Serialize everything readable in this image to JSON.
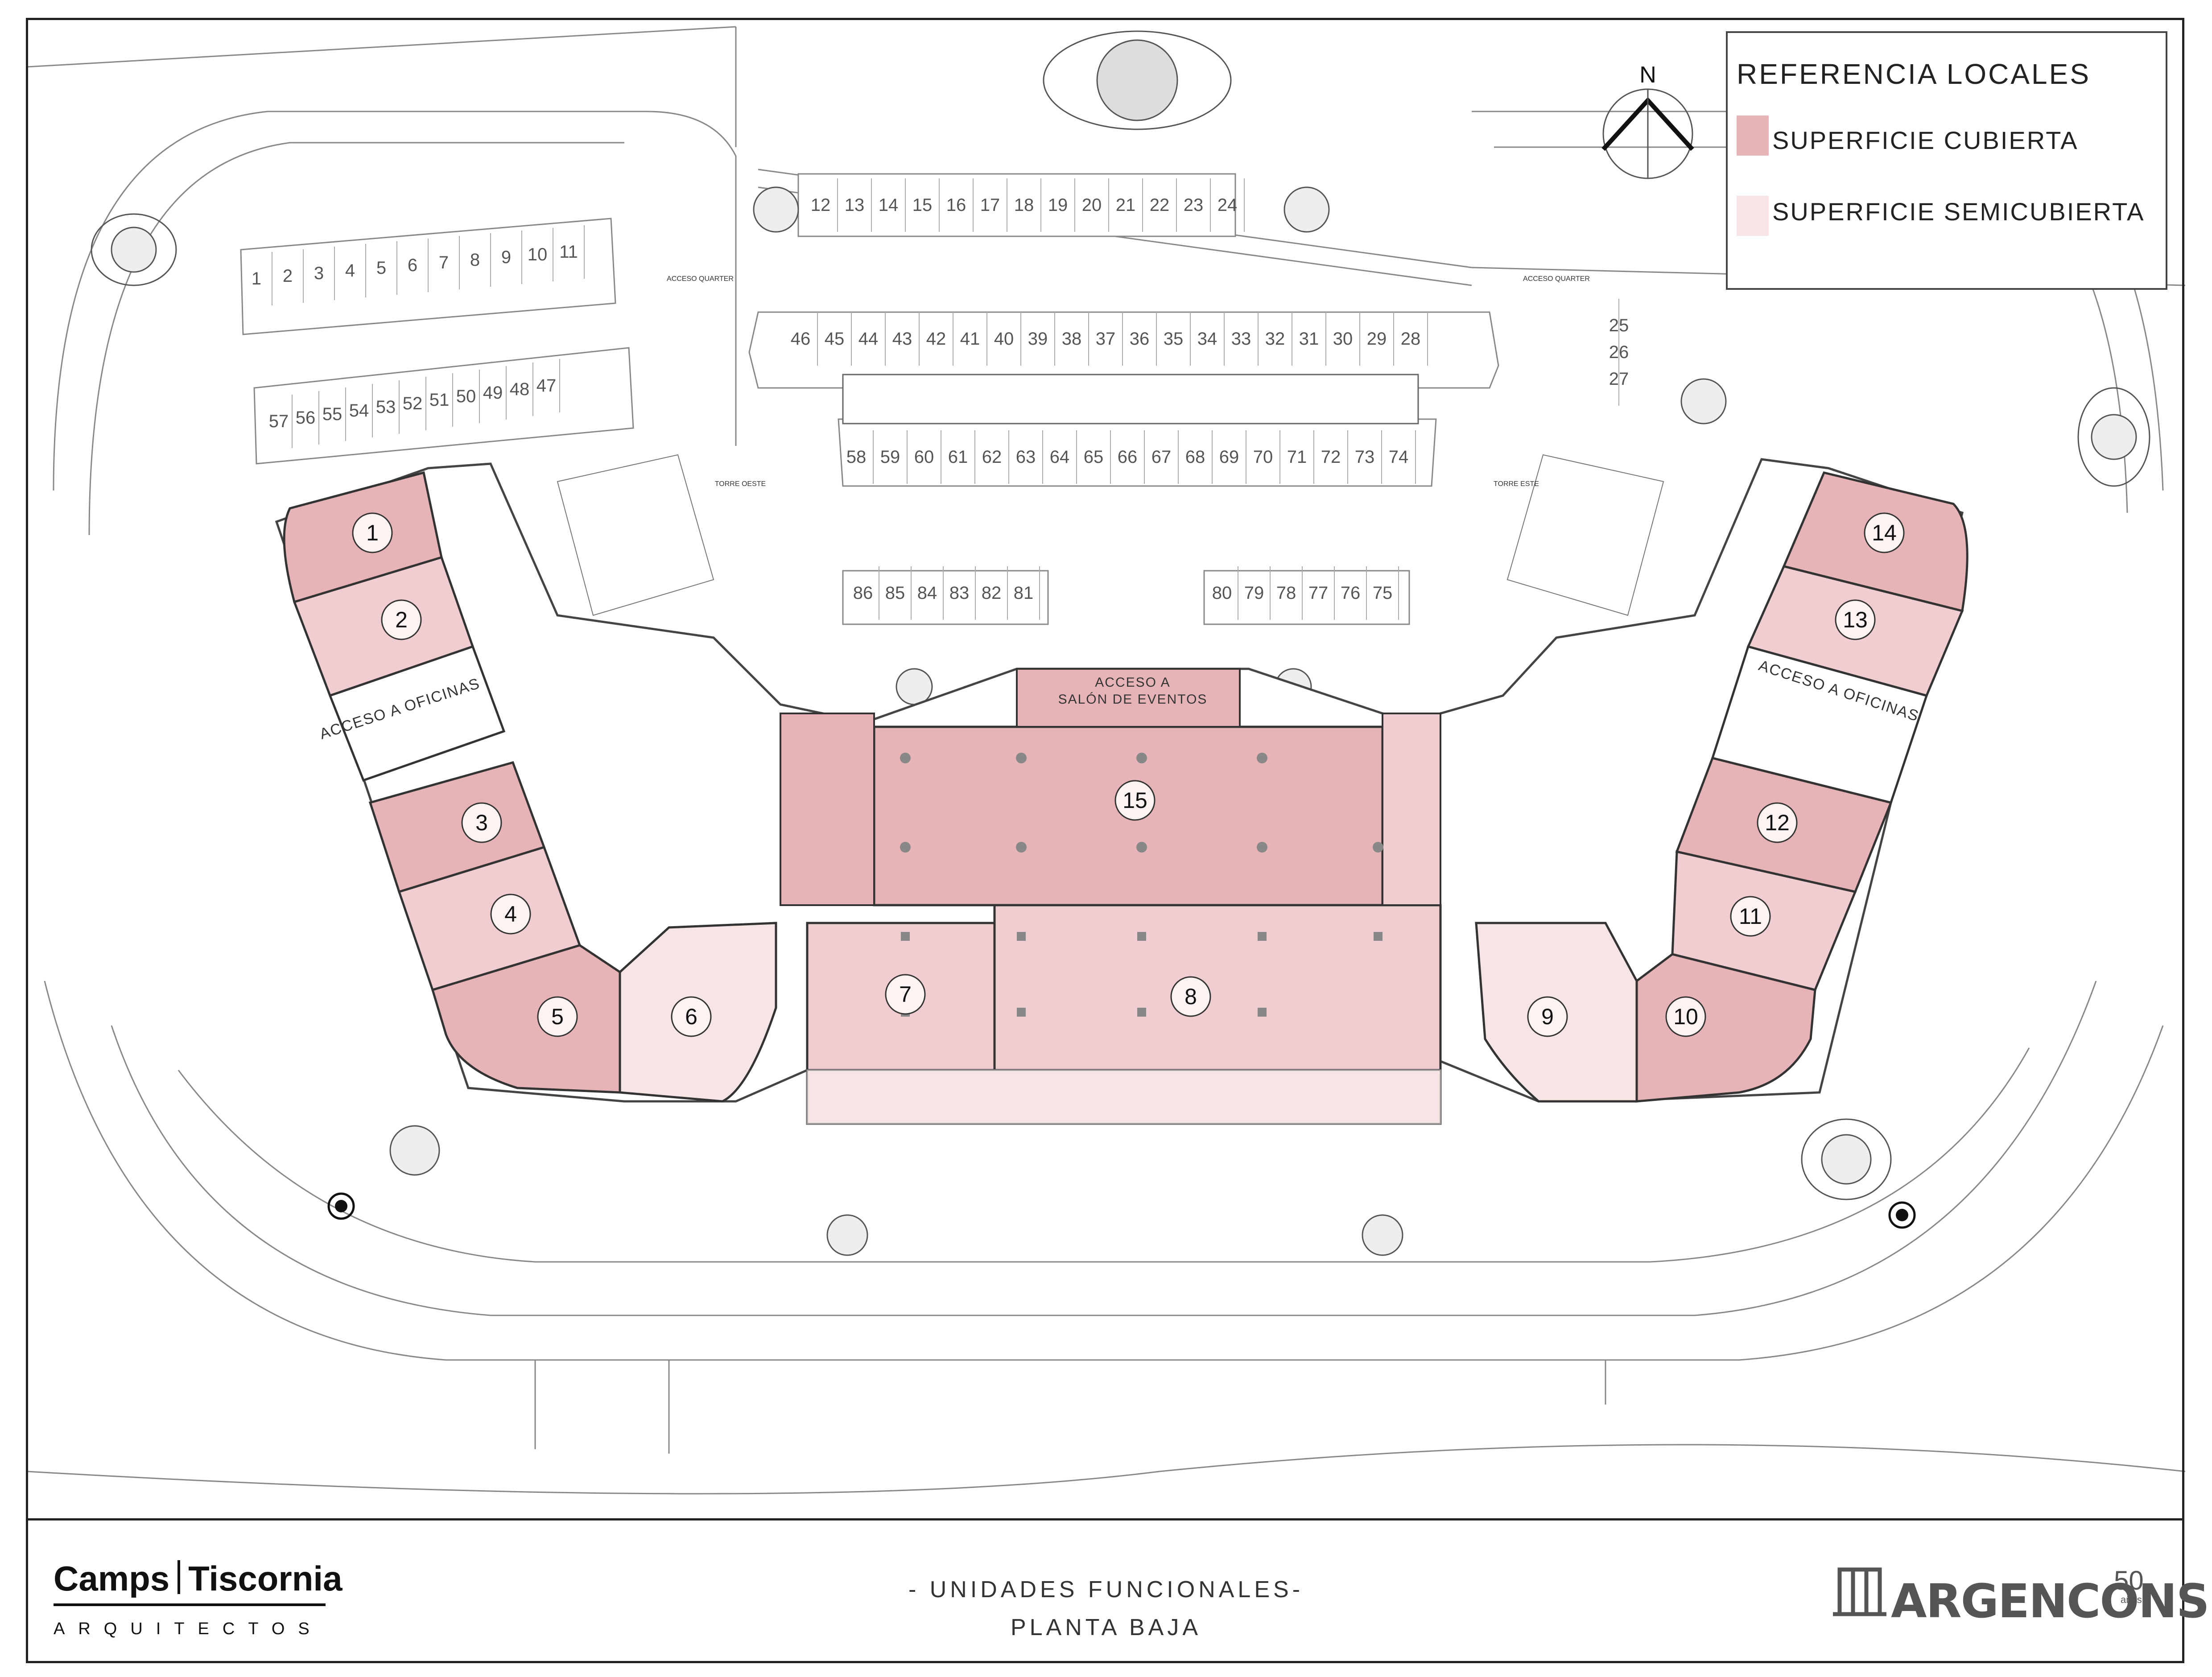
{
  "legend": {
    "title": "REFERENCIA LOCALES",
    "items": [
      {
        "label": "SUPERFICIE CUBIERTA",
        "color": "#e6b3b6"
      },
      {
        "label": "SUPERFICIE SEMICUBIERTA",
        "color": "#f7e4e5"
      }
    ]
  },
  "compass": {
    "label": "N"
  },
  "colors": {
    "cubierta": "#e6b3b6",
    "cubierta_light": "#f0cdd0",
    "semicubierta": "#f7e4e5",
    "line": "#333333"
  },
  "labels": {
    "acceso_oficinas_left": "ACCESO A OFICINAS",
    "acceso_oficinas_right": "ACCESO A OFICINAS",
    "salon_line1": "ACCESO A",
    "salon_line2": "SALÓN DE EVENTOS",
    "torre_oeste": "TORRE OESTE",
    "torre_este": "TORRE ESTE",
    "acceso_quarter_left": "ACCESO QUARTER",
    "acceso_quarter_right": "ACCESO QUARTER"
  },
  "units": [
    "1",
    "2",
    "3",
    "4",
    "5",
    "6",
    "7",
    "8",
    "9",
    "10",
    "11",
    "12",
    "13",
    "14",
    "15"
  ],
  "parking": {
    "row_top": [
      "12",
      "13",
      "14",
      "15",
      "16",
      "17",
      "18",
      "19",
      "20",
      "21",
      "22",
      "23",
      "24"
    ],
    "row_left1": [
      "1",
      "2",
      "3",
      "4",
      "5",
      "6",
      "7",
      "8",
      "9",
      "10",
      "11"
    ],
    "row_left2": [
      "57",
      "56",
      "55",
      "54",
      "53",
      "52",
      "51",
      "50",
      "49",
      "48",
      "47"
    ],
    "row_mid_top": [
      "46",
      "45",
      "44",
      "43",
      "42",
      "41",
      "40",
      "39",
      "38",
      "37",
      "36",
      "35",
      "34",
      "33",
      "32",
      "31",
      "30",
      "29",
      "28"
    ],
    "row_mid_bottom": [
      "58",
      "59",
      "60",
      "61",
      "62",
      "63",
      "64",
      "65",
      "66",
      "67",
      "68",
      "69",
      "70",
      "71",
      "72",
      "73",
      "74"
    ],
    "row_lower_left": [
      "86",
      "85",
      "84",
      "83",
      "82",
      "81"
    ],
    "row_lower_right": [
      "80",
      "79",
      "78",
      "77",
      "76",
      "75"
    ],
    "row_right": [
      "25",
      "26",
      "27"
    ]
  },
  "footer": {
    "architects_name1": "Camps",
    "architects_name2": "Tiscornia",
    "architects_sub": "ARQUITECTOS",
    "title_line1": "- UNIDADES FUNCIONALES-",
    "title_line2": "PLANTA BAJA",
    "builder": "ARGENCONS",
    "builder_years": "50",
    "builder_years_sub": "años"
  }
}
